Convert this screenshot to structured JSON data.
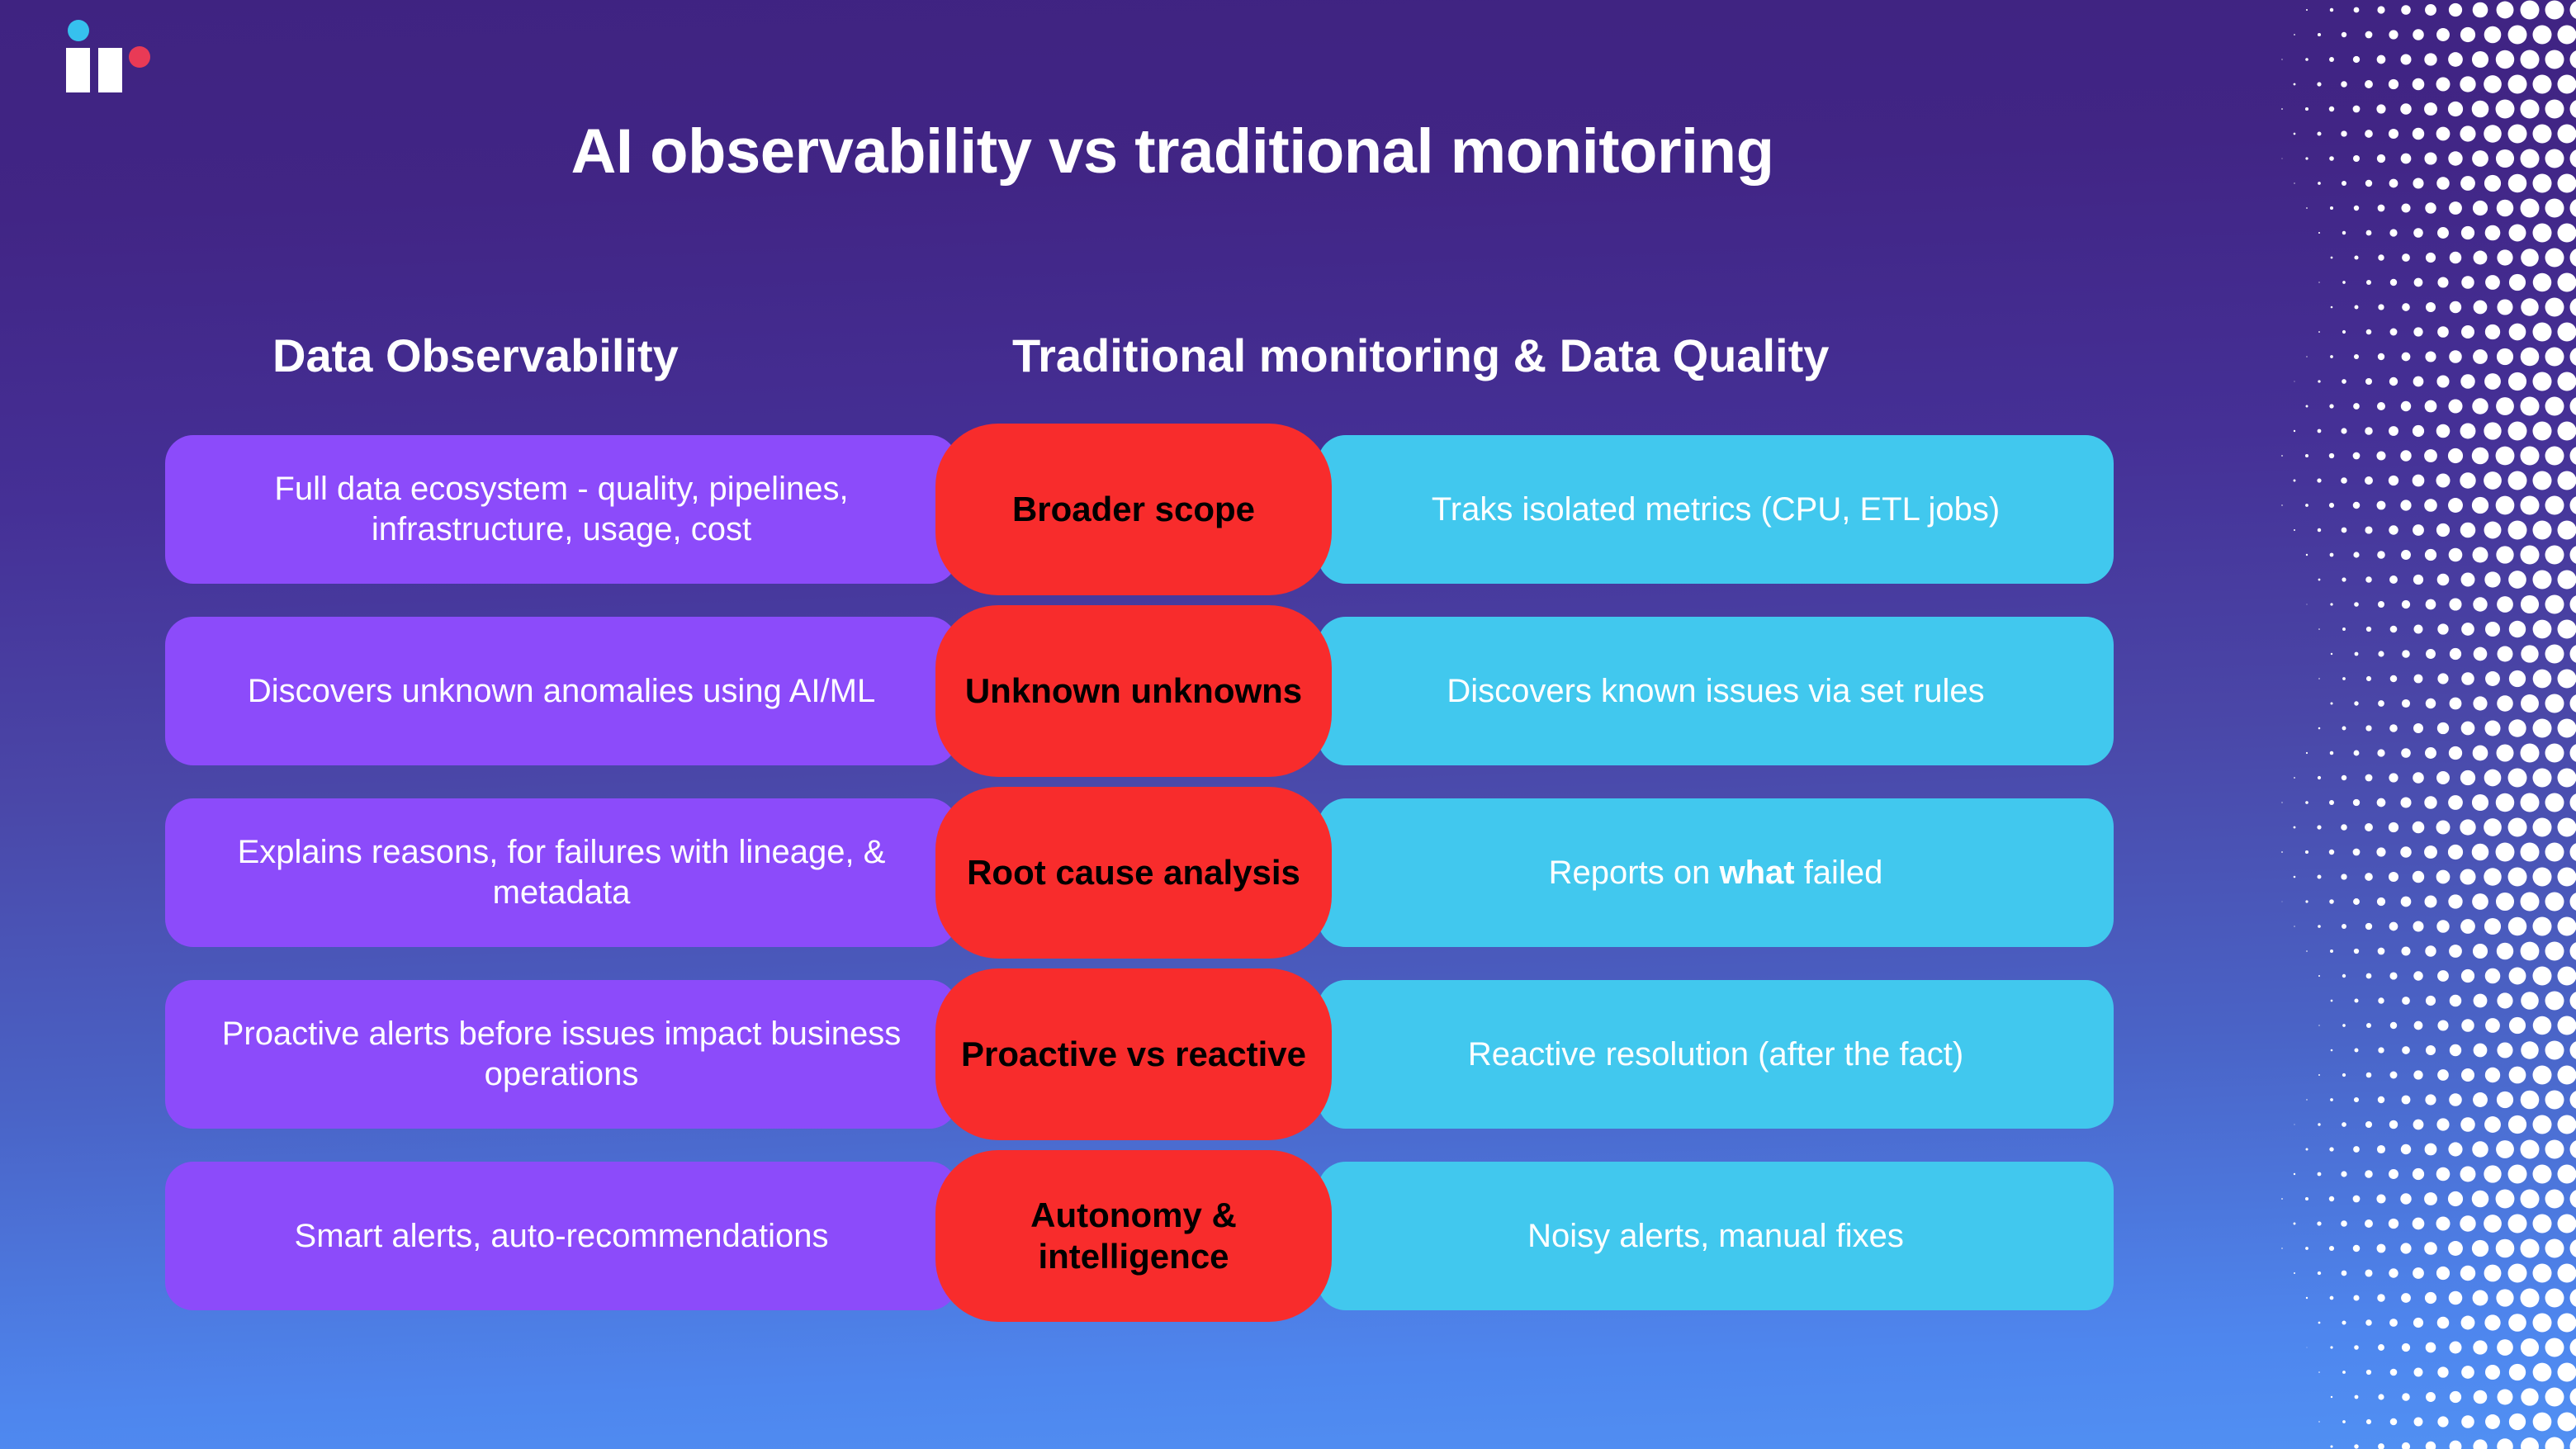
{
  "brand": {
    "logo_name": "logo-mark",
    "colors": {
      "bar": "#ffffff",
      "dot_cyan": "#36c1ee",
      "dot_red": "#e93a56"
    }
  },
  "page": {
    "title": "AI observability vs traditional monitoring",
    "background_top": "#412585",
    "background_bottom": "#4e86ee"
  },
  "columns": {
    "left_header": "Data Observability",
    "right_header": "Traditional monitoring & Data Quality",
    "left_color": "#8c4bfa",
    "center_color": "#f82c2c",
    "right_color": "#41c8ee"
  },
  "rows": [
    {
      "left": "Full data ecosystem - quality, pipelines, infrastructure, usage, cost",
      "center": "Broader scope",
      "right_pre": "Traks isolated metrics (CPU, ETL jobs)",
      "right_em": "",
      "right_post": ""
    },
    {
      "left": "Discovers unknown anomalies using AI/ML",
      "center": "Unknown unknowns",
      "right_pre": "Discovers known issues via set rules",
      "right_em": "",
      "right_post": ""
    },
    {
      "left": "Explains reasons, for failures with lineage, & metadata",
      "center": "Root cause analysis",
      "right_pre": "Reports on ",
      "right_em": "what",
      "right_post": " failed"
    },
    {
      "left": "Proactive alerts before issues impact business operations",
      "center": "Proactive vs reactive",
      "right_pre": "Reactive resolution (after the fact)",
      "right_em": "",
      "right_post": ""
    },
    {
      "left": "Smart alerts, auto-recommendations",
      "center": "Autonomy & intelligence",
      "right_pre": "Noisy alerts, manual fixes",
      "right_em": "",
      "right_post": ""
    }
  ],
  "decoration": {
    "pattern_name": "halftone-dot-pattern",
    "dot_color": "#ffffff"
  }
}
